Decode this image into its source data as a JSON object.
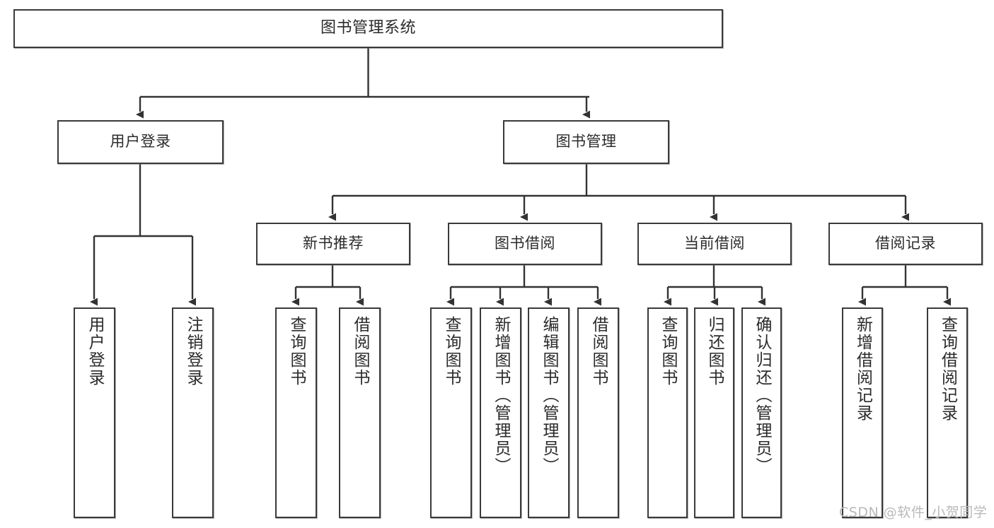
{
  "diagram": {
    "title": "图书管理系统",
    "type": "tree-hierarchy",
    "watermark": "CSDN @软件_小贺同学",
    "colors": {
      "box_border": "#3a3a3a",
      "box_fill": "#ffffff",
      "connector": "#333333",
      "text": "#2b2b2b",
      "watermark": "#b9b9b9"
    },
    "nodes": {
      "root": {
        "label": "图书管理系统",
        "level": 1,
        "orientation": "horizontal"
      },
      "user_login": {
        "label": "用户登录",
        "level": 2,
        "orientation": "horizontal"
      },
      "book_manage": {
        "label": "图书管理",
        "level": 2,
        "orientation": "horizontal"
      },
      "new_book_rec": {
        "label": "新书推荐",
        "level": 3,
        "orientation": "horizontal"
      },
      "book_borrow": {
        "label": "图书借阅",
        "level": 3,
        "orientation": "horizontal"
      },
      "current_borrow": {
        "label": "当前借阅",
        "level": 3,
        "orientation": "horizontal"
      },
      "borrow_record": {
        "label": "借阅记录",
        "level": 3,
        "orientation": "horizontal"
      },
      "leaf_user_login": {
        "label": "用户登录",
        "level": 4,
        "orientation": "vertical"
      },
      "leaf_logout": {
        "label": "注销登录",
        "level": 4,
        "orientation": "vertical"
      },
      "leaf_query_book_1": {
        "label": "查询图书",
        "level": 4,
        "orientation": "vertical"
      },
      "leaf_borrow_book_1": {
        "label": "借阅图书",
        "level": 4,
        "orientation": "vertical"
      },
      "leaf_query_book_2": {
        "label": "查询图书",
        "level": 4,
        "orientation": "vertical"
      },
      "leaf_add_book": {
        "label": "新增图书（管理员）",
        "level": 4,
        "orientation": "vertical"
      },
      "leaf_edit_book": {
        "label": "编辑图书（管理员）",
        "level": 4,
        "orientation": "vertical"
      },
      "leaf_borrow_book_2": {
        "label": "借阅图书",
        "level": 4,
        "orientation": "vertical"
      },
      "leaf_query_book_3": {
        "label": "查询图书",
        "level": 4,
        "orientation": "vertical"
      },
      "leaf_return_book": {
        "label": "归还图书",
        "level": 4,
        "orientation": "vertical"
      },
      "leaf_confirm_return": {
        "label": "确认归还（管理员）",
        "level": 4,
        "orientation": "vertical"
      },
      "leaf_add_record": {
        "label": "新增借阅记录",
        "level": 4,
        "orientation": "vertical"
      },
      "leaf_query_record": {
        "label": "查询借阅记录",
        "level": 4,
        "orientation": "vertical"
      }
    },
    "edges": [
      {
        "from": "root",
        "to": "user_login"
      },
      {
        "from": "root",
        "to": "book_manage"
      },
      {
        "from": "user_login",
        "to": "leaf_user_login"
      },
      {
        "from": "user_login",
        "to": "leaf_logout"
      },
      {
        "from": "book_manage",
        "to": "new_book_rec"
      },
      {
        "from": "book_manage",
        "to": "book_borrow"
      },
      {
        "from": "book_manage",
        "to": "current_borrow"
      },
      {
        "from": "book_manage",
        "to": "borrow_record"
      },
      {
        "from": "new_book_rec",
        "to": "leaf_query_book_1"
      },
      {
        "from": "new_book_rec",
        "to": "leaf_borrow_book_1"
      },
      {
        "from": "book_borrow",
        "to": "leaf_query_book_2"
      },
      {
        "from": "book_borrow",
        "to": "leaf_add_book"
      },
      {
        "from": "book_borrow",
        "to": "leaf_edit_book"
      },
      {
        "from": "book_borrow",
        "to": "leaf_borrow_book_2"
      },
      {
        "from": "current_borrow",
        "to": "leaf_query_book_3"
      },
      {
        "from": "current_borrow",
        "to": "leaf_return_book"
      },
      {
        "from": "current_borrow",
        "to": "leaf_confirm_return"
      },
      {
        "from": "borrow_record",
        "to": "leaf_add_record"
      },
      {
        "from": "borrow_record",
        "to": "leaf_query_record"
      }
    ]
  }
}
